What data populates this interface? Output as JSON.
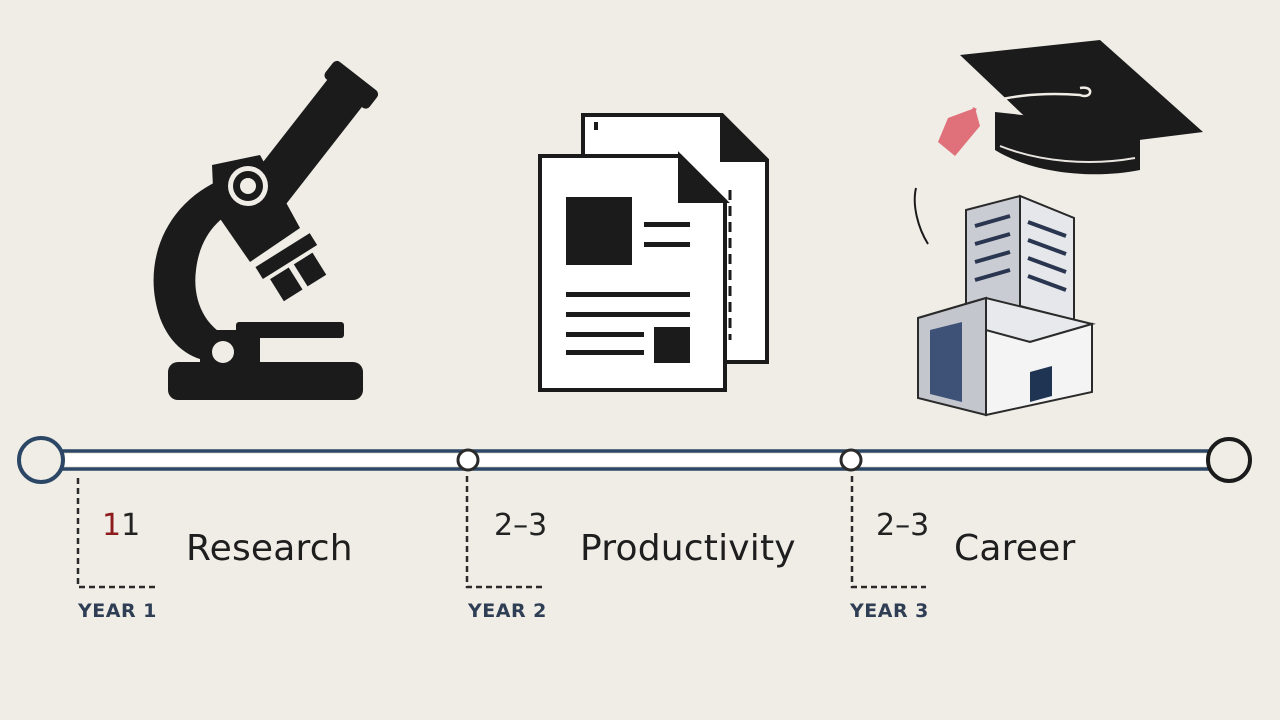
{
  "stages": [
    {
      "id": "research",
      "label": "Research",
      "number_first": "1",
      "number_rest": "1",
      "year": "YEAR 1",
      "icon": "microscope-icon"
    },
    {
      "id": "productivity",
      "label": "Productivity",
      "number_first": "",
      "number_rest": "2–3",
      "year": "YEAR 2",
      "icon": "documents-icon"
    },
    {
      "id": "career",
      "label": "Career",
      "number_first": "",
      "number_rest": "2–3",
      "year": "YEAR 3",
      "icon": "graduation-cap-building-icon"
    }
  ],
  "colors": {
    "background": "#efede6",
    "timeline_line": "#2c4766",
    "ink": "#1b1b1b",
    "tassel": "#e0707a",
    "year_text": "#2f3e55",
    "first_digit": "#8e1b1b"
  }
}
